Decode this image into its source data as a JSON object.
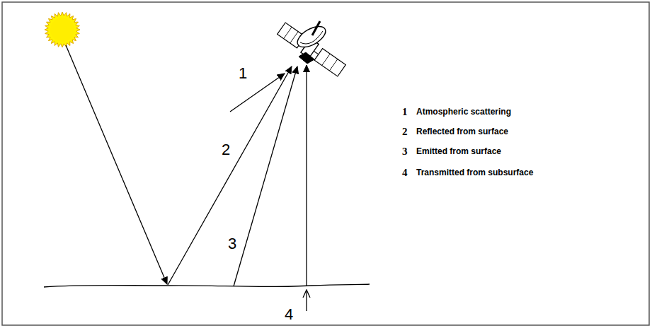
{
  "diagram": {
    "labels": [
      "1",
      "2",
      "3",
      "4",
      "1",
      "Atmospheric scattering",
      "2",
      "Reflected from surface",
      "3",
      "Emitted from surface",
      "4",
      "Transmitted from subsurface"
    ]
  }
}
